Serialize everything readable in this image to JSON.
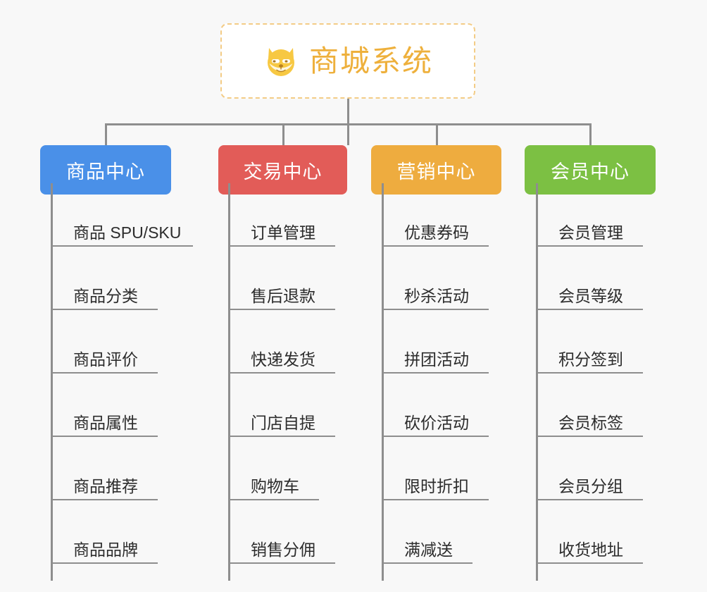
{
  "page": {
    "background_color": "#f8f8f8",
    "line_color": "#8e8e8e"
  },
  "root": {
    "title": "商城系统",
    "icon": "shiba-dog-icon",
    "title_color": "#eeb03c",
    "border_color": "#f3cc86",
    "background_color": "#ffffff"
  },
  "branches": [
    {
      "label": "商品中心",
      "color": "#4a90e8",
      "items": [
        "商品 SPU/SKU",
        "商品分类",
        "商品评价",
        "商品属性",
        "商品推荐",
        "商品品牌"
      ]
    },
    {
      "label": "交易中心",
      "color": "#e25c58",
      "items": [
        "订单管理",
        "售后退款",
        "快递发货",
        "门店自提",
        "购物车",
        "销售分佣"
      ]
    },
    {
      "label": "营销中心",
      "color": "#eeac3f",
      "items": [
        "优惠券码",
        "秒杀活动",
        "拼团活动",
        "砍价活动",
        "限时折扣",
        "满减送"
      ]
    },
    {
      "label": "会员中心",
      "color": "#7cc043",
      "items": [
        "会员管理",
        "会员等级",
        "积分签到",
        "会员标签",
        "会员分组",
        "收货地址"
      ]
    }
  ]
}
